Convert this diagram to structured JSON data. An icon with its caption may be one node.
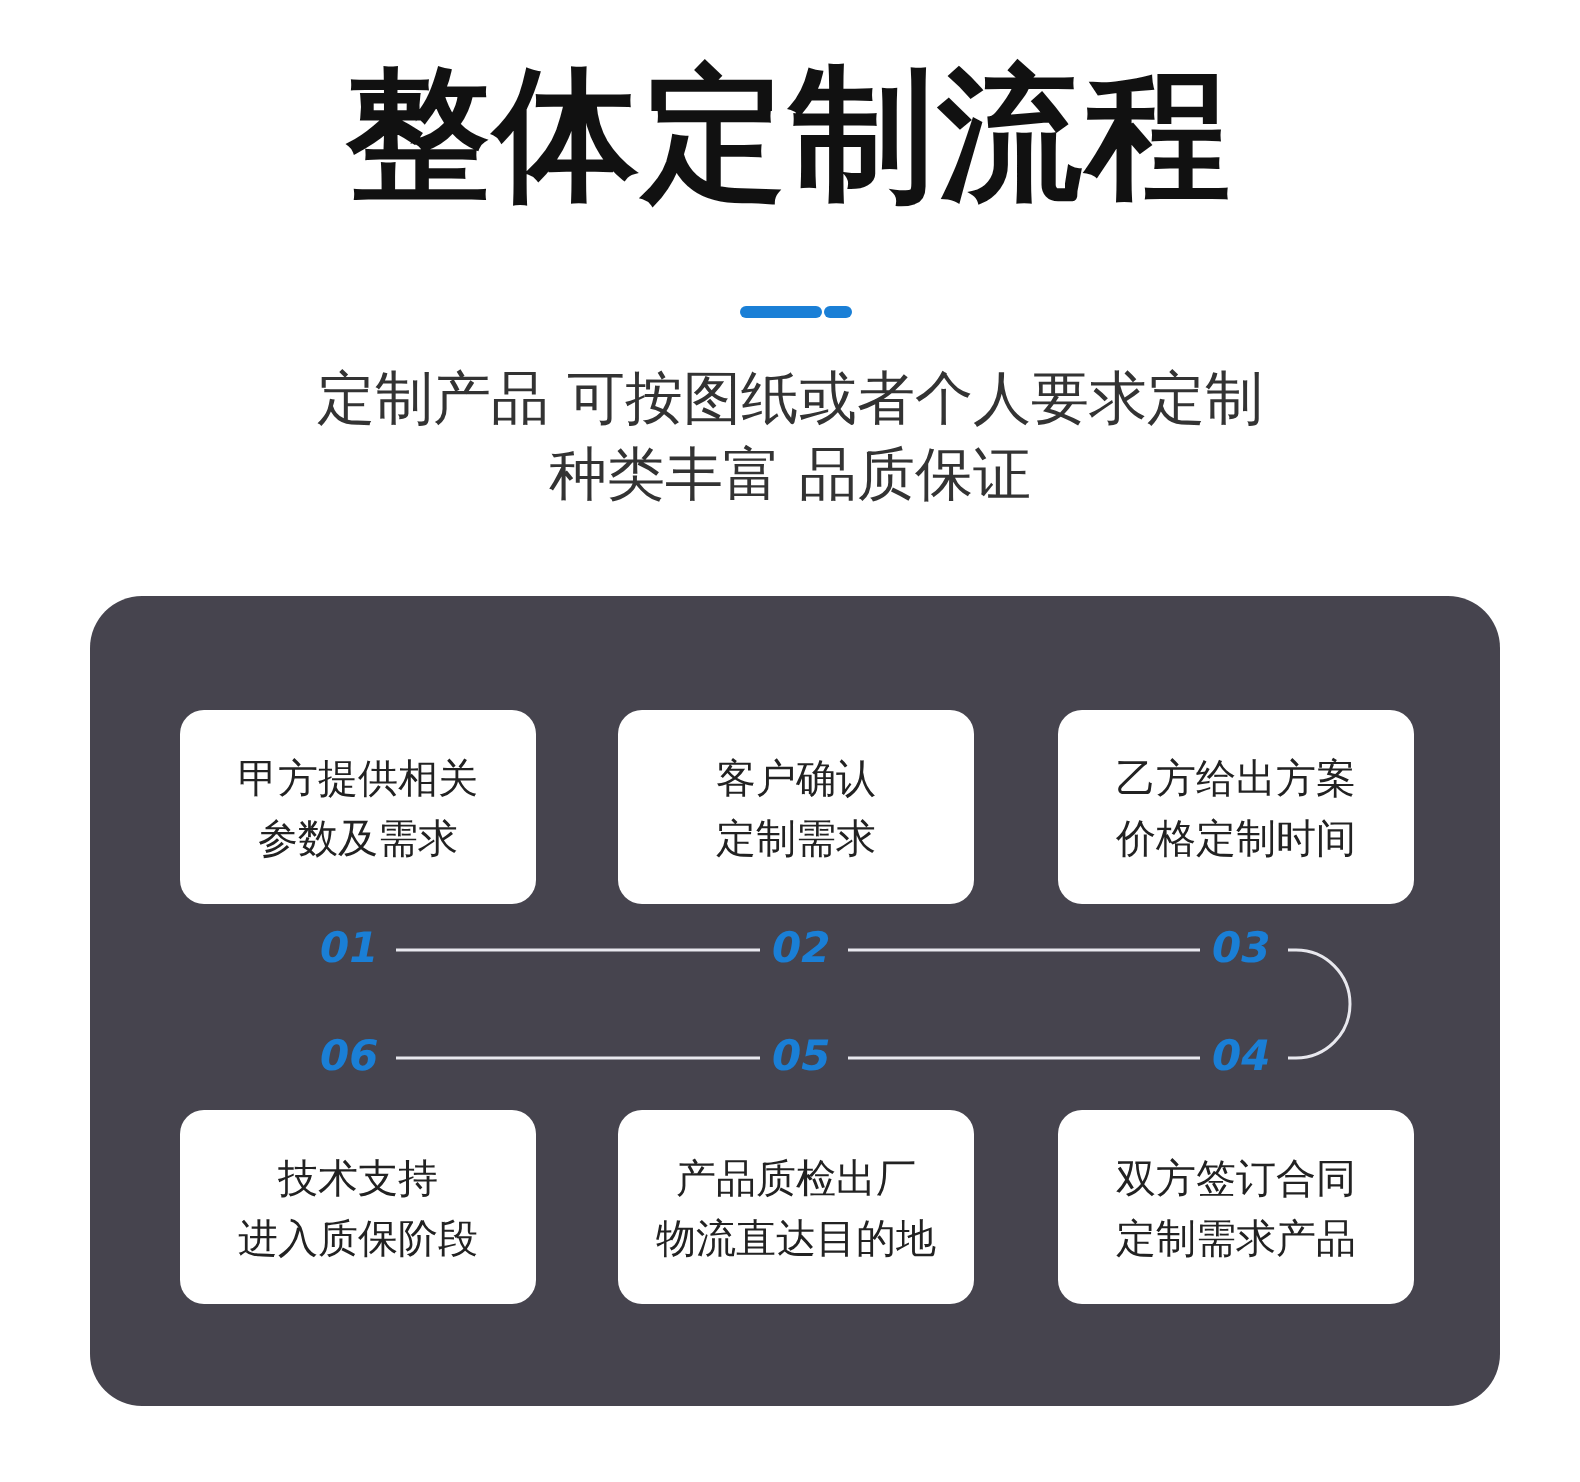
{
  "diagram": {
    "title": "整体定制流程",
    "nodes": [
      {
        "text": [],
        "shape": "box"
      },
      {
        "text": [
          "甲方提供相关参数及需求"
        ],
        "in": 0
      },
      {
        "text": [
          "客户确认定制需求"
        ],
        "in": 0
      },
      {
        "text": [
          "乙方给出方案价格定制时间"
        ],
        "in": 0
      },
      {
        "text": [
          "01"
        ],
        "in": 0
      },
      {
        "text": [
          "02"
        ],
        "in": 0
      },
      {
        "text": [
          "03"
        ],
        "in": 0
      },
      {
        "text": [
          "06"
        ],
        "in": 0
      },
      {
        "text": [
          "05"
        ],
        "in": 0
      },
      {
        "text": [
          "04"
        ],
        "in": 0
      },
      {
        "text": [
          "技术支持进入质保阶段"
        ],
        "in": 0
      },
      {
        "text": [
          "产品质检出厂物流直达目的地"
        ],
        "in": 0
      },
      {
        "text": [
          "双方签订合同定制需求产品"
        ],
        "in": 0
      }
    ],
    "edges": [
      {
        "from": 4,
        "to": 5,
        "arrow": "none"
      },
      {
        "from": 5,
        "to": 6,
        "arrow": "none"
      },
      {
        "from": 6,
        "to": 9,
        "arrow": "none"
      },
      {
        "from": 9,
        "to": 8,
        "arrow": "none"
      },
      {
        "from": 8,
        "to": 7,
        "arrow": "none"
      }
    ],
    "labels": [
      "定制产品 可按图纸或者个人要求定制种类丰富 品质保证"
    ]
  }
}
